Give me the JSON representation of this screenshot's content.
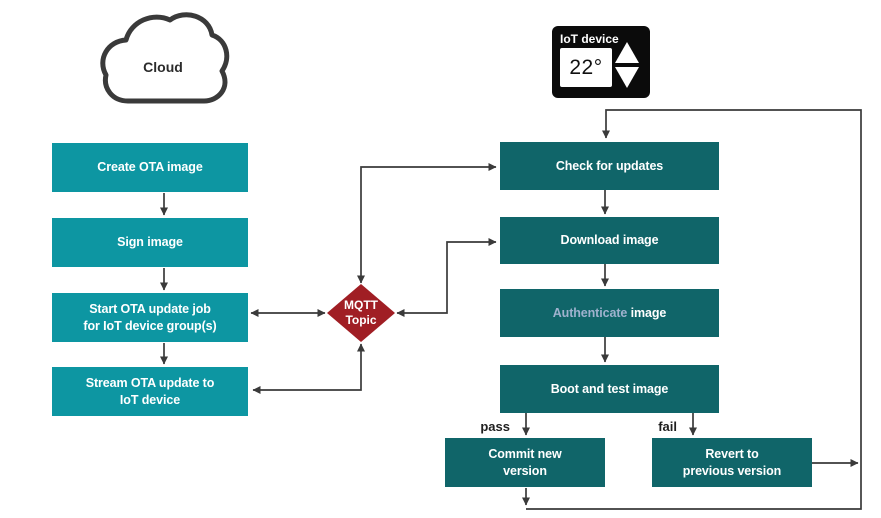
{
  "colors": {
    "box_teal_light": "#0D96A2",
    "box_teal_dark": "#106569",
    "diamond_red": "#A01E24",
    "line": "#3A3A3A",
    "authenticate_text": "#9FB2CE",
    "device_bg": "#0B0B0B",
    "box_text": "#FFFFFF",
    "label_text": "#1F1F1F"
  },
  "cloud": {
    "label": "Cloud"
  },
  "iot_device": {
    "title": "IoT device",
    "display_value": "22°",
    "up_icon": "triangle-up",
    "down_icon": "triangle-down"
  },
  "mqtt": {
    "label": "MQTT\nTopic"
  },
  "cloud_steps": [
    {
      "label": "Create OTA image"
    },
    {
      "label": "Sign image"
    },
    {
      "label": "Start OTA update job\nfor IoT device group(s)"
    },
    {
      "label": "Stream OTA update to\nIoT device"
    }
  ],
  "device_steps": [
    {
      "label": "Check for updates"
    },
    {
      "label": "Download image"
    },
    {
      "label_accent": "Authenticate",
      "label_rest": " image"
    },
    {
      "label": "Boot and test image"
    }
  ],
  "outcomes": {
    "pass_label": "pass",
    "fail_label": "fail",
    "pass_box": "Commit new\nversion",
    "fail_box": "Revert to\nprevious version"
  }
}
